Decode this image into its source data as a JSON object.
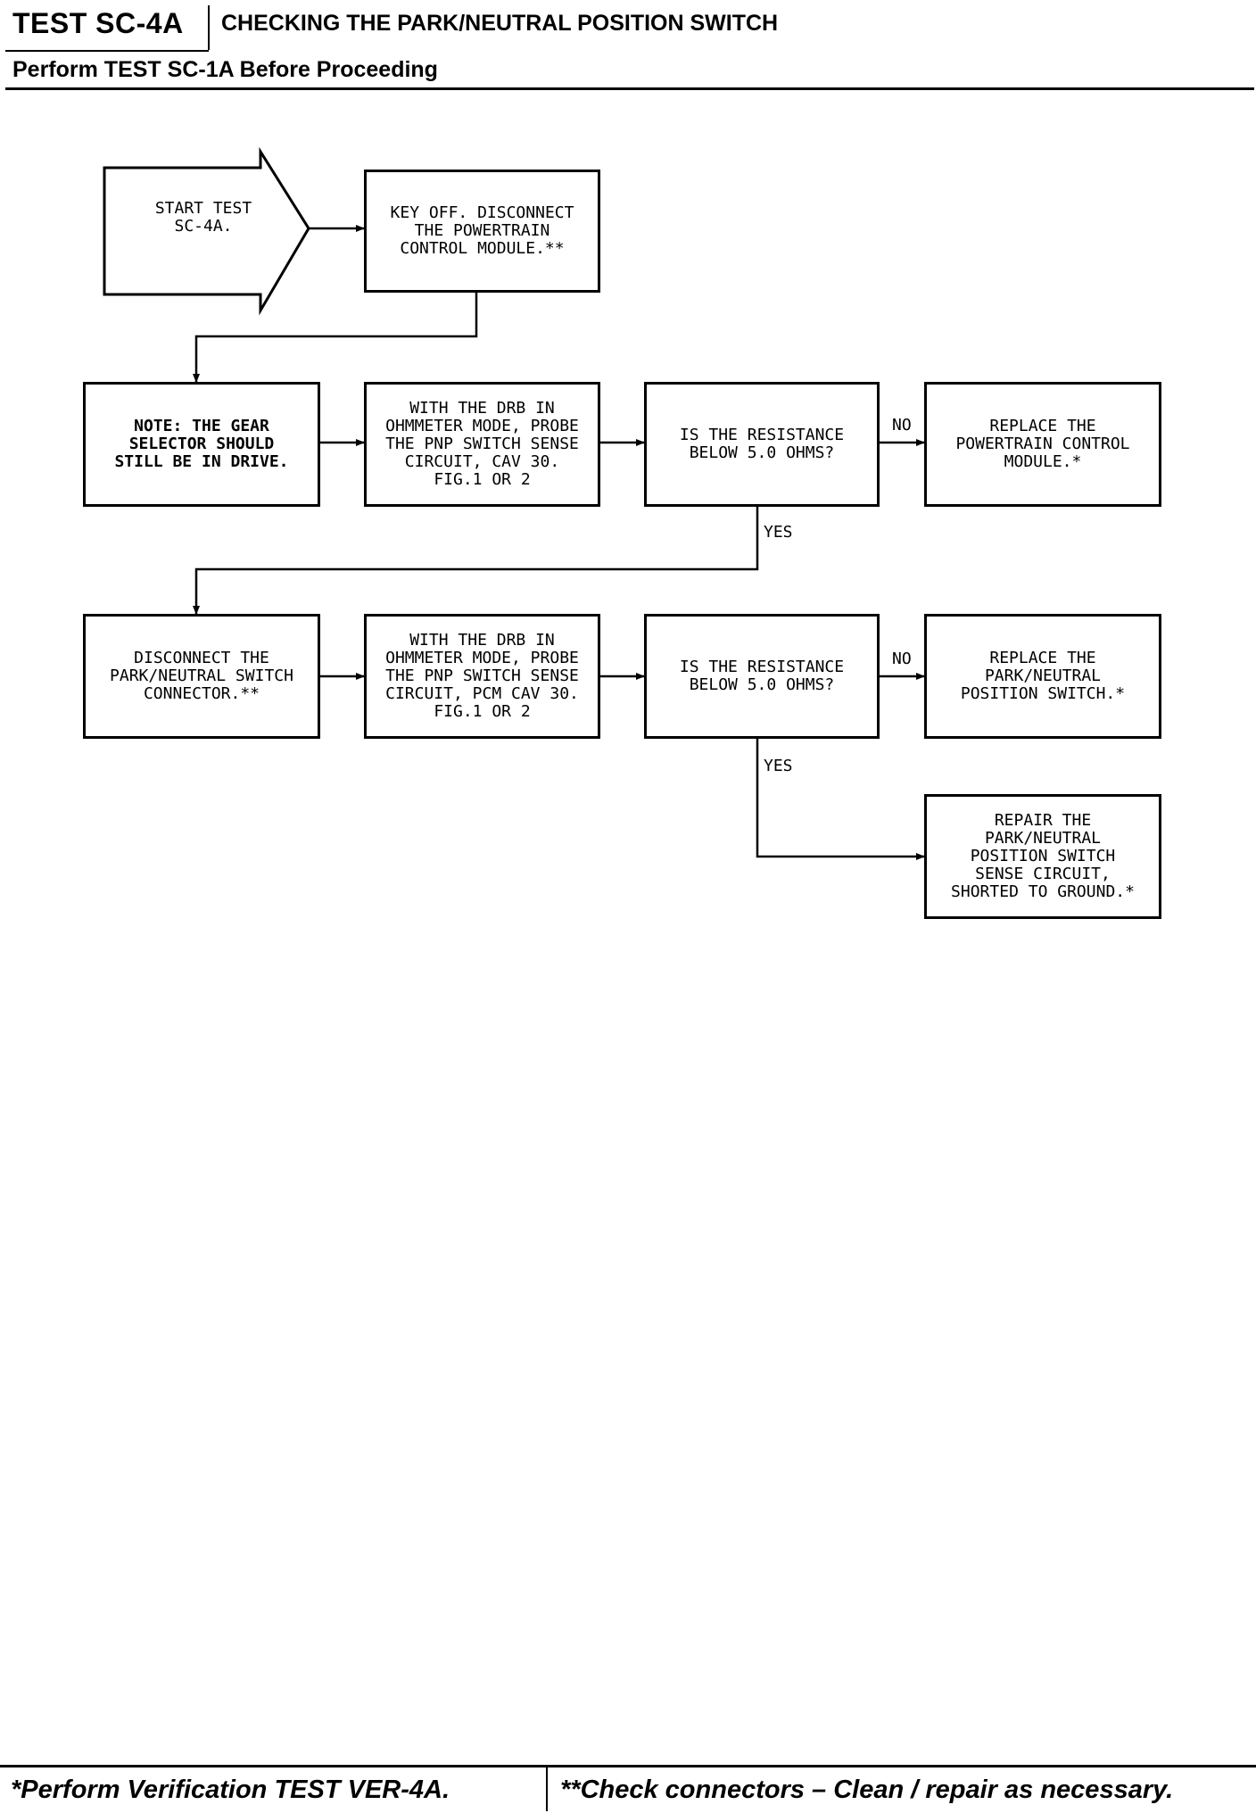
{
  "header": {
    "test_code": "TEST SC-4A",
    "title": "CHECKING THE PARK/NEUTRAL POSITION SWITCH",
    "subtitle": "Perform TEST SC-1A Before Proceeding"
  },
  "flowchart": {
    "start": "START TEST\nSC-4A.",
    "key_off": "KEY OFF. DISCONNECT\nTHE POWERTRAIN\nCONTROL MODULE.**",
    "note": "NOTE: THE GEAR\nSELECTOR SHOULD\nSTILL BE IN DRIVE.",
    "probe_1": "WITH THE DRB IN\nOHMMETER MODE, PROBE\nTHE PNP SWITCH SENSE\nCIRCUIT, CAV 30.\nFIG.1 OR 2",
    "question_1": "IS THE RESISTANCE\nBELOW 5.0 OHMS?",
    "replace_pcm": "REPLACE THE\nPOWERTRAIN CONTROL\nMODULE.*",
    "disconnect_pnp": "DISCONNECT THE\nPARK/NEUTRAL SWITCH\nCONNECTOR.**",
    "probe_2": "WITH THE DRB IN\nOHMMETER MODE, PROBE\nTHE PNP SWITCH SENSE\nCIRCUIT, PCM CAV 30.\nFIG.1 OR 2",
    "question_2": "IS THE RESISTANCE\nBELOW 5.0 OHMS?",
    "replace_pnp": "REPLACE THE\nPARK/NEUTRAL\nPOSITION SWITCH.*",
    "repair_circuit": "REPAIR THE\nPARK/NEUTRAL\nPOSITION SWITCH\nSENSE CIRCUIT,\nSHORTED TO GROUND.*",
    "labels": {
      "no_1": "NO",
      "yes_1": "YES",
      "no_2": "NO",
      "yes_2": "YES"
    }
  },
  "footer": {
    "left": "*Perform Verification TEST VER-4A.",
    "right": "**Check connectors – Clean / repair as necessary."
  }
}
